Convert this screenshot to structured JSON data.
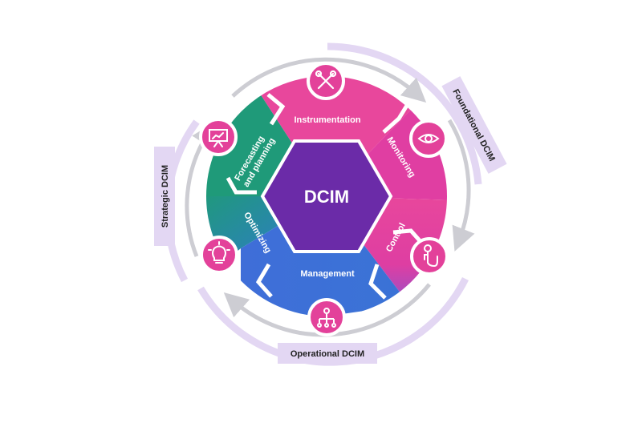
{
  "center": {
    "label": "DCIM",
    "color": "#6b2ba8"
  },
  "segments": [
    {
      "label": "Instrumentation",
      "icon": "tools-icon"
    },
    {
      "label": "Monitoring",
      "icon": "eye-icon"
    },
    {
      "label": "Control",
      "icon": "touch-hand-icon"
    },
    {
      "label": "Management",
      "icon": "team-hierarchy-icon"
    },
    {
      "label": "Optimizing",
      "icon": "lightbulb-icon"
    },
    {
      "label": "Forecasting and planning",
      "icon": "presentation-chart-icon"
    }
  ],
  "bands": [
    {
      "label": "Foundational DCIM"
    },
    {
      "label": "Operational DCIM"
    },
    {
      "label": "Strategic DCIM"
    }
  ],
  "colors": {
    "pink": "#e8479c",
    "magenta": "#d63ba8",
    "blue": "#3a73d6",
    "green": "#1f9a79",
    "band": "#e3d7f3",
    "arrow": "#cdcdd3",
    "icon_ring": "#e3419a"
  }
}
